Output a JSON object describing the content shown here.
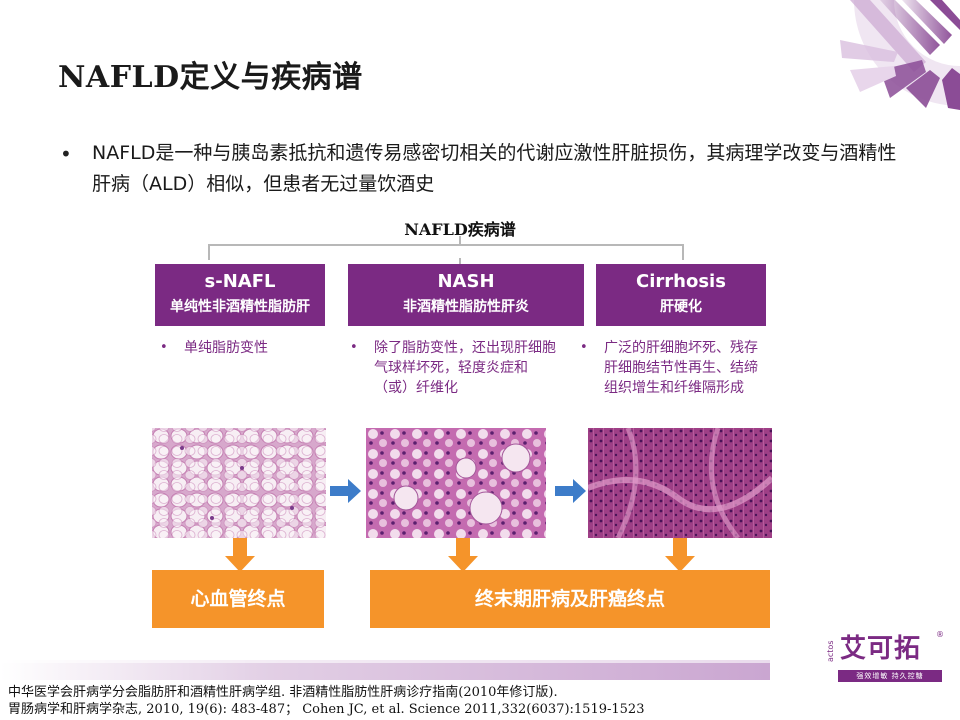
{
  "slide": {
    "title": "NAFLD定义与疾病谱",
    "bullet": "•",
    "intro": "NAFLD是一种与胰岛素抵抗和遗传易感密切相关的代谢应激性肝脏损伤，其病理学改变与酒精性肝病（ALD）相似，但患者无过量饮酒史"
  },
  "spectrum": {
    "title": "NAFLD疾病谱",
    "stages": [
      {
        "name": "s-NAFL",
        "subtitle": "单纯性非酒精性脂肪肝",
        "description": "单纯脂肪变性"
      },
      {
        "name": "NASH",
        "subtitle": "非酒精性脂肪性肝炎",
        "description": "除了脂肪变性，还出现肝细胞气球样坏死，轻度炎症和（或）纤维化"
      },
      {
        "name": "Cirrhosis",
        "subtitle": "肝硬化",
        "description": "广泛的肝细胞坏死、残存肝细胞结节性再生、结缔组织增生和纤维隔形成"
      }
    ],
    "endpoints": [
      "心血管终点",
      "终末期肝病及肝癌终点"
    ]
  },
  "logo": {
    "brand": "艾可拓",
    "registered": "®",
    "side_text": "actos",
    "tagline": "强效增敏   持久控糖"
  },
  "reference": {
    "line1": "中华医学会肝病学分会脂肪肝和酒精性肝病学组. 非酒精性脂肪性肝病诊疗指南(2010年修订版).",
    "line2": "胃肠病学和肝病学杂志, 2010, 19(6): 483-487； Cohen JC, et al. Science 2011,332(6037):1519-1523"
  },
  "colors": {
    "stage_box": "#7b2a83",
    "endpoint_box": "#f5942a",
    "flow_arrow": "#3d7cc9",
    "deco": "#8b4c96"
  },
  "icons": {
    "flow_arrow": "right-arrow-icon",
    "down_arrow": "down-arrow-icon"
  }
}
